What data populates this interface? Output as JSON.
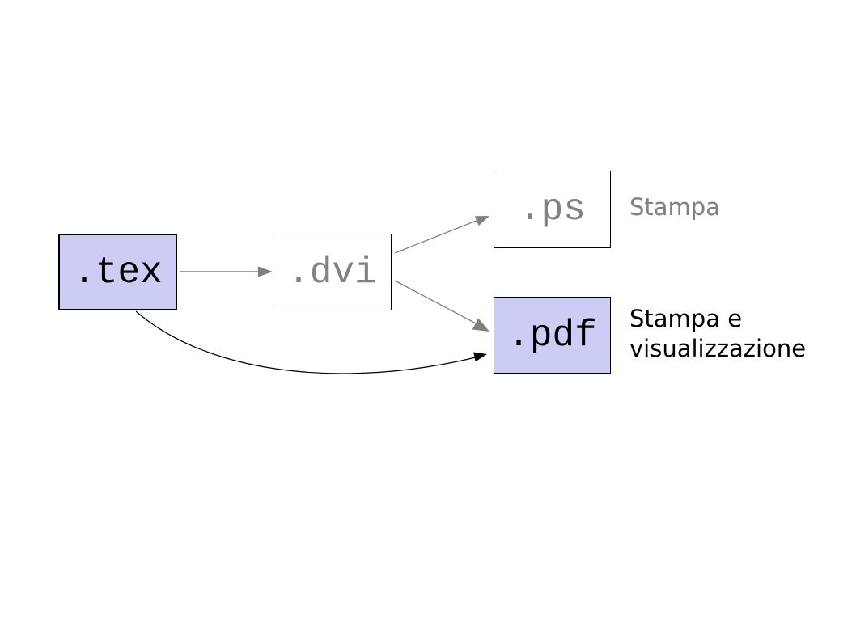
{
  "diagram": {
    "title": "LaTeX output formats flow",
    "background": "#ffffff",
    "border_color": "#000000",
    "nodes": {
      "tex": {
        "label": ".tex",
        "fill": "#ccccf5",
        "text_color": "#000000"
      },
      "dvi": {
        "label": ".dvi",
        "fill": "#ffffff",
        "text_color": "#818181"
      },
      "ps": {
        "label": ".ps",
        "fill": "#ffffff",
        "text_color": "#818181"
      },
      "pdf": {
        "label": ".pdf",
        "fill": "#ccccf5",
        "text_color": "#000000"
      }
    },
    "captions": {
      "ps_caption": {
        "text": "Stampa",
        "color": "#808080"
      },
      "pdf_caption": {
        "text": "Stampa e visualizzazione",
        "color": "#000000"
      }
    },
    "edges": [
      {
        "from": "tex",
        "to": "dvi",
        "style": "straight",
        "color": "#808080"
      },
      {
        "from": "dvi",
        "to": "ps",
        "style": "straight",
        "color": "#808080"
      },
      {
        "from": "dvi",
        "to": "pdf",
        "style": "straight",
        "color": "#808080"
      },
      {
        "from": "tex",
        "to": "pdf",
        "style": "curved",
        "color": "#000000"
      }
    ]
  }
}
